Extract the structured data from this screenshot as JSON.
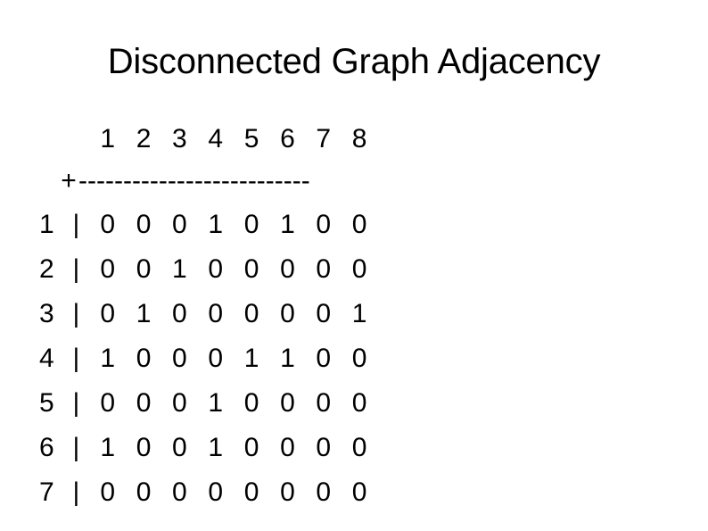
{
  "slide": {
    "title": "Disconnected Graph Adjacency",
    "background_color": "#ffffff",
    "text_color": "#000000"
  },
  "matrix": {
    "corner_symbol": "",
    "pipe_symbol": "|",
    "plus_symbol": "+",
    "separator_dashes": "--------------------------",
    "column_headers": [
      "1",
      "2",
      "3",
      "4",
      "5",
      "6",
      "7",
      "8"
    ],
    "rows": [
      {
        "label": "1",
        "values": [
          "0",
          "0",
          "0",
          "1",
          "0",
          "1",
          "0",
          "0"
        ]
      },
      {
        "label": "2",
        "values": [
          "0",
          "0",
          "1",
          "0",
          "0",
          "0",
          "0",
          "0"
        ]
      },
      {
        "label": "3",
        "values": [
          "0",
          "1",
          "0",
          "0",
          "0",
          "0",
          "0",
          "1"
        ]
      },
      {
        "label": "4",
        "values": [
          "1",
          "0",
          "0",
          "0",
          "1",
          "1",
          "0",
          "0"
        ]
      },
      {
        "label": "5",
        "values": [
          "0",
          "0",
          "0",
          "1",
          "0",
          "0",
          "0",
          "0"
        ]
      },
      {
        "label": "6",
        "values": [
          "1",
          "0",
          "0",
          "1",
          "0",
          "0",
          "0",
          "0"
        ]
      },
      {
        "label": "7",
        "values": [
          "0",
          "0",
          "0",
          "0",
          "0",
          "0",
          "0",
          "0"
        ]
      }
    ]
  },
  "chart_data": {
    "type": "table",
    "title": "Disconnected Graph Adjacency",
    "xlabel": "",
    "ylabel": "",
    "categories": [
      "1",
      "2",
      "3",
      "4",
      "5",
      "6",
      "7",
      "8"
    ],
    "row_labels": [
      "1",
      "2",
      "3",
      "4",
      "5",
      "6",
      "7"
    ],
    "series": [
      {
        "name": "1",
        "values": [
          0,
          0,
          0,
          1,
          0,
          1,
          0,
          0
        ]
      },
      {
        "name": "2",
        "values": [
          0,
          0,
          1,
          0,
          0,
          0,
          0,
          0
        ]
      },
      {
        "name": "3",
        "values": [
          0,
          1,
          0,
          0,
          0,
          0,
          0,
          1
        ]
      },
      {
        "name": "4",
        "values": [
          1,
          0,
          0,
          0,
          1,
          1,
          0,
          0
        ]
      },
      {
        "name": "5",
        "values": [
          0,
          0,
          0,
          1,
          0,
          0,
          0,
          0
        ]
      },
      {
        "name": "6",
        "values": [
          1,
          0,
          0,
          1,
          0,
          0,
          0,
          0
        ]
      },
      {
        "name": "7",
        "values": [
          0,
          0,
          0,
          0,
          0,
          0,
          0,
          0
        ]
      }
    ]
  }
}
